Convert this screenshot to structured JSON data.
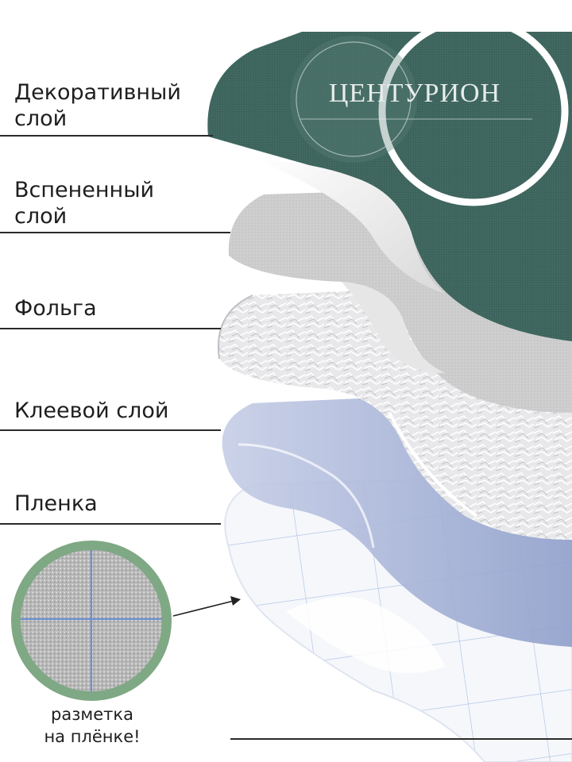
{
  "brand": {
    "logo_text": "ЦЕНТУРИОН"
  },
  "layers": [
    {
      "id": "decorative",
      "lines": [
        "Декоративный",
        "слой"
      ]
    },
    {
      "id": "foamed",
      "lines": [
        "Вспененный",
        "слой"
      ]
    },
    {
      "id": "foil",
      "lines": [
        "Фольга"
      ]
    },
    {
      "id": "adhesive",
      "lines": [
        "Клеевой слой"
      ]
    },
    {
      "id": "film",
      "lines": [
        "Пленка"
      ]
    }
  ],
  "callout": {
    "lines": [
      "разметка",
      "на плёнке!"
    ]
  },
  "colors": {
    "decorative": "#3e665e",
    "foam": "#cfcfcf",
    "foil": "#e9e9ea",
    "adhesive": "#a9b6d8",
    "film": "#f4f6fa",
    "grid": "#9bb3e0",
    "ring": "#7fa884"
  }
}
